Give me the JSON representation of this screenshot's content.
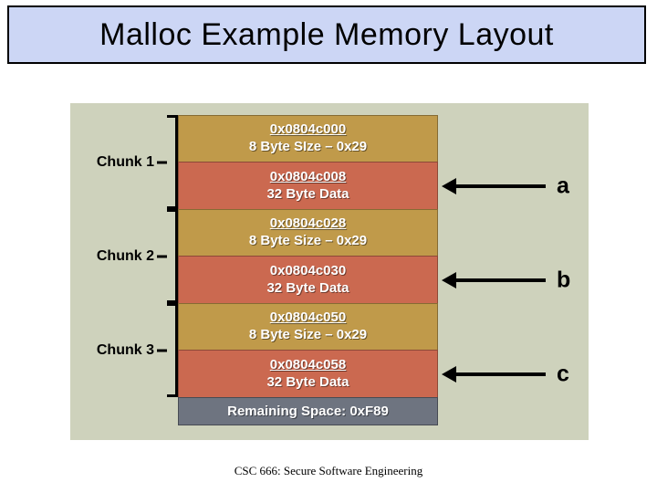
{
  "slide": {
    "title": "Malloc Example Memory Layout",
    "footer": "CSC 666: Secure Software Engineering"
  },
  "colors": {
    "title_banner_bg": "#ccd6f5",
    "title_banner_border": "#000000",
    "panel_bg": "#ced2bc",
    "header_block": "#c09a4a",
    "data_block": "#cb6950",
    "remaining_block": "#6e7480",
    "text_on_block": "#ffffff",
    "arrow": "#000000"
  },
  "memory_layout": {
    "chunks": [
      {
        "label": "Chunk 1",
        "header": {
          "address": "0x0804c000",
          "address_underlined": true,
          "description": "8 Byte SIze – 0x29"
        },
        "data": {
          "address": "0x0804c008",
          "address_underlined": true,
          "description": "32 Byte Data"
        },
        "pointer": "a"
      },
      {
        "label": "Chunk 2",
        "header": {
          "address": "0x0804c028",
          "address_underlined": true,
          "description": "8 Byte Size – 0x29"
        },
        "data": {
          "address": "0x0804c030",
          "address_underlined": false,
          "description": "32 Byte Data"
        },
        "pointer": "b"
      },
      {
        "label": "Chunk 3",
        "header": {
          "address": "0x0804c050",
          "address_underlined": true,
          "description": "8 Byte Size – 0x29"
        },
        "data": {
          "address": "0x0804c058",
          "address_underlined": true,
          "description": "32 Byte Data"
        },
        "pointer": "c"
      }
    ],
    "remaining": {
      "label": "Remaining Space: 0xF89"
    }
  }
}
